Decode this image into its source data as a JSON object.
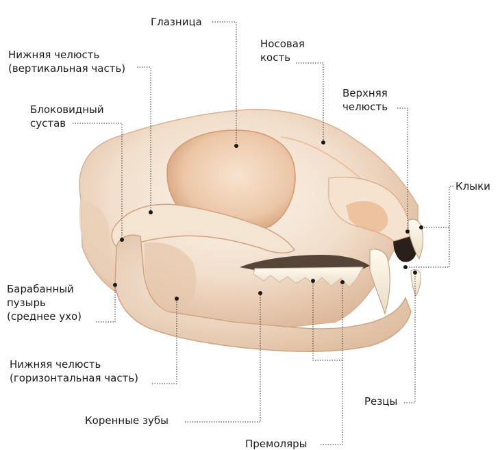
{
  "labels": {
    "orbit": "Глазница",
    "mandible_vertical": [
      "Нижняя челюсть",
      "(вертикальная часть)"
    ],
    "nasal_bone": [
      "Носовая",
      "кость"
    ],
    "condyle_joint": [
      "Блоковидный",
      "сустав"
    ],
    "maxilla": [
      "Верхняя",
      "челюсть"
    ],
    "canines": "Клыки",
    "tympanic_bulla": [
      "Барабанный",
      "пузырь",
      "(среднее ухо)"
    ],
    "mandible_horizontal": [
      "Нижняя челюсть",
      "(горизонтальная часть)"
    ],
    "incisors": "Резцы",
    "molars": "Коренные зубы",
    "premolars": "Премоляры"
  },
  "colors": {
    "leader_line": "#2b2b2b",
    "dot": "#1a1a1a",
    "bone_light": "#f6ebe0",
    "bone_mid": "#efd8c4",
    "bone_shadow": "#d9b89c",
    "bone_orange": "#e8a878",
    "dark_cavity": "#2a1e18",
    "tooth": "#fbf5e8"
  }
}
